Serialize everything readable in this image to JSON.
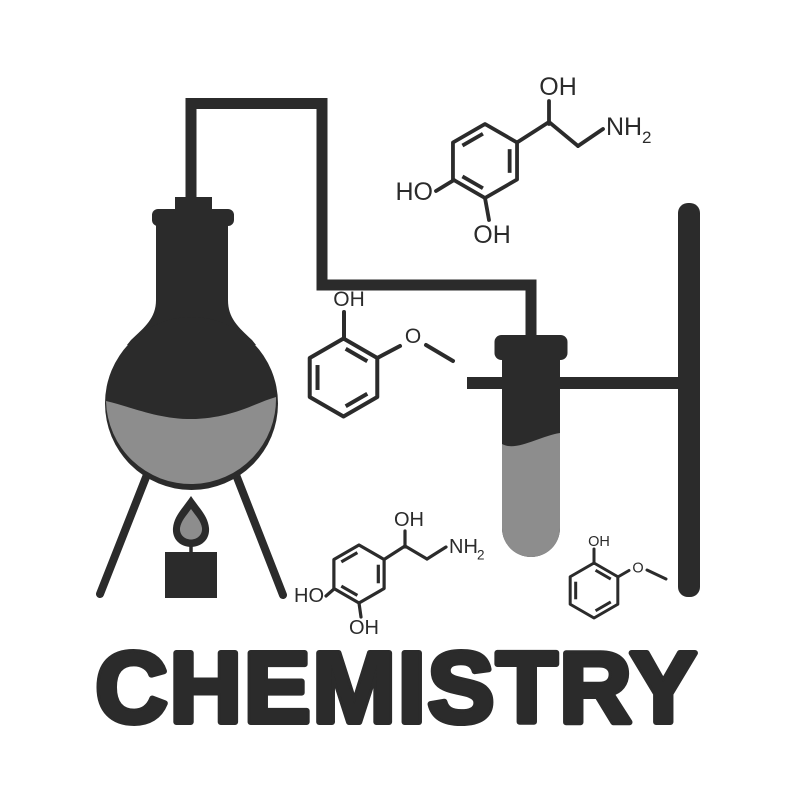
{
  "colors": {
    "ink": "#2b2b2b",
    "liquid": "#8d8d8d",
    "bg": "#ffffff"
  },
  "title": "CHEMISTRY",
  "molecules": {
    "norepinephrine_top": {
      "oh_side": "OH",
      "amine": "NH",
      "amine_sub": "2",
      "ho_left": "HO",
      "oh_ring": "OH"
    },
    "guaiacol_mid": {
      "oh": "OH",
      "o_methoxy": "O"
    },
    "norepinephrine_bottom": {
      "oh_side": "OH",
      "amine": "NH",
      "amine_sub": "2",
      "ho_left": "HO",
      "oh_ring": "OH"
    },
    "guaiacol_small": {
      "oh": "OH",
      "o_methoxy": "O"
    }
  }
}
